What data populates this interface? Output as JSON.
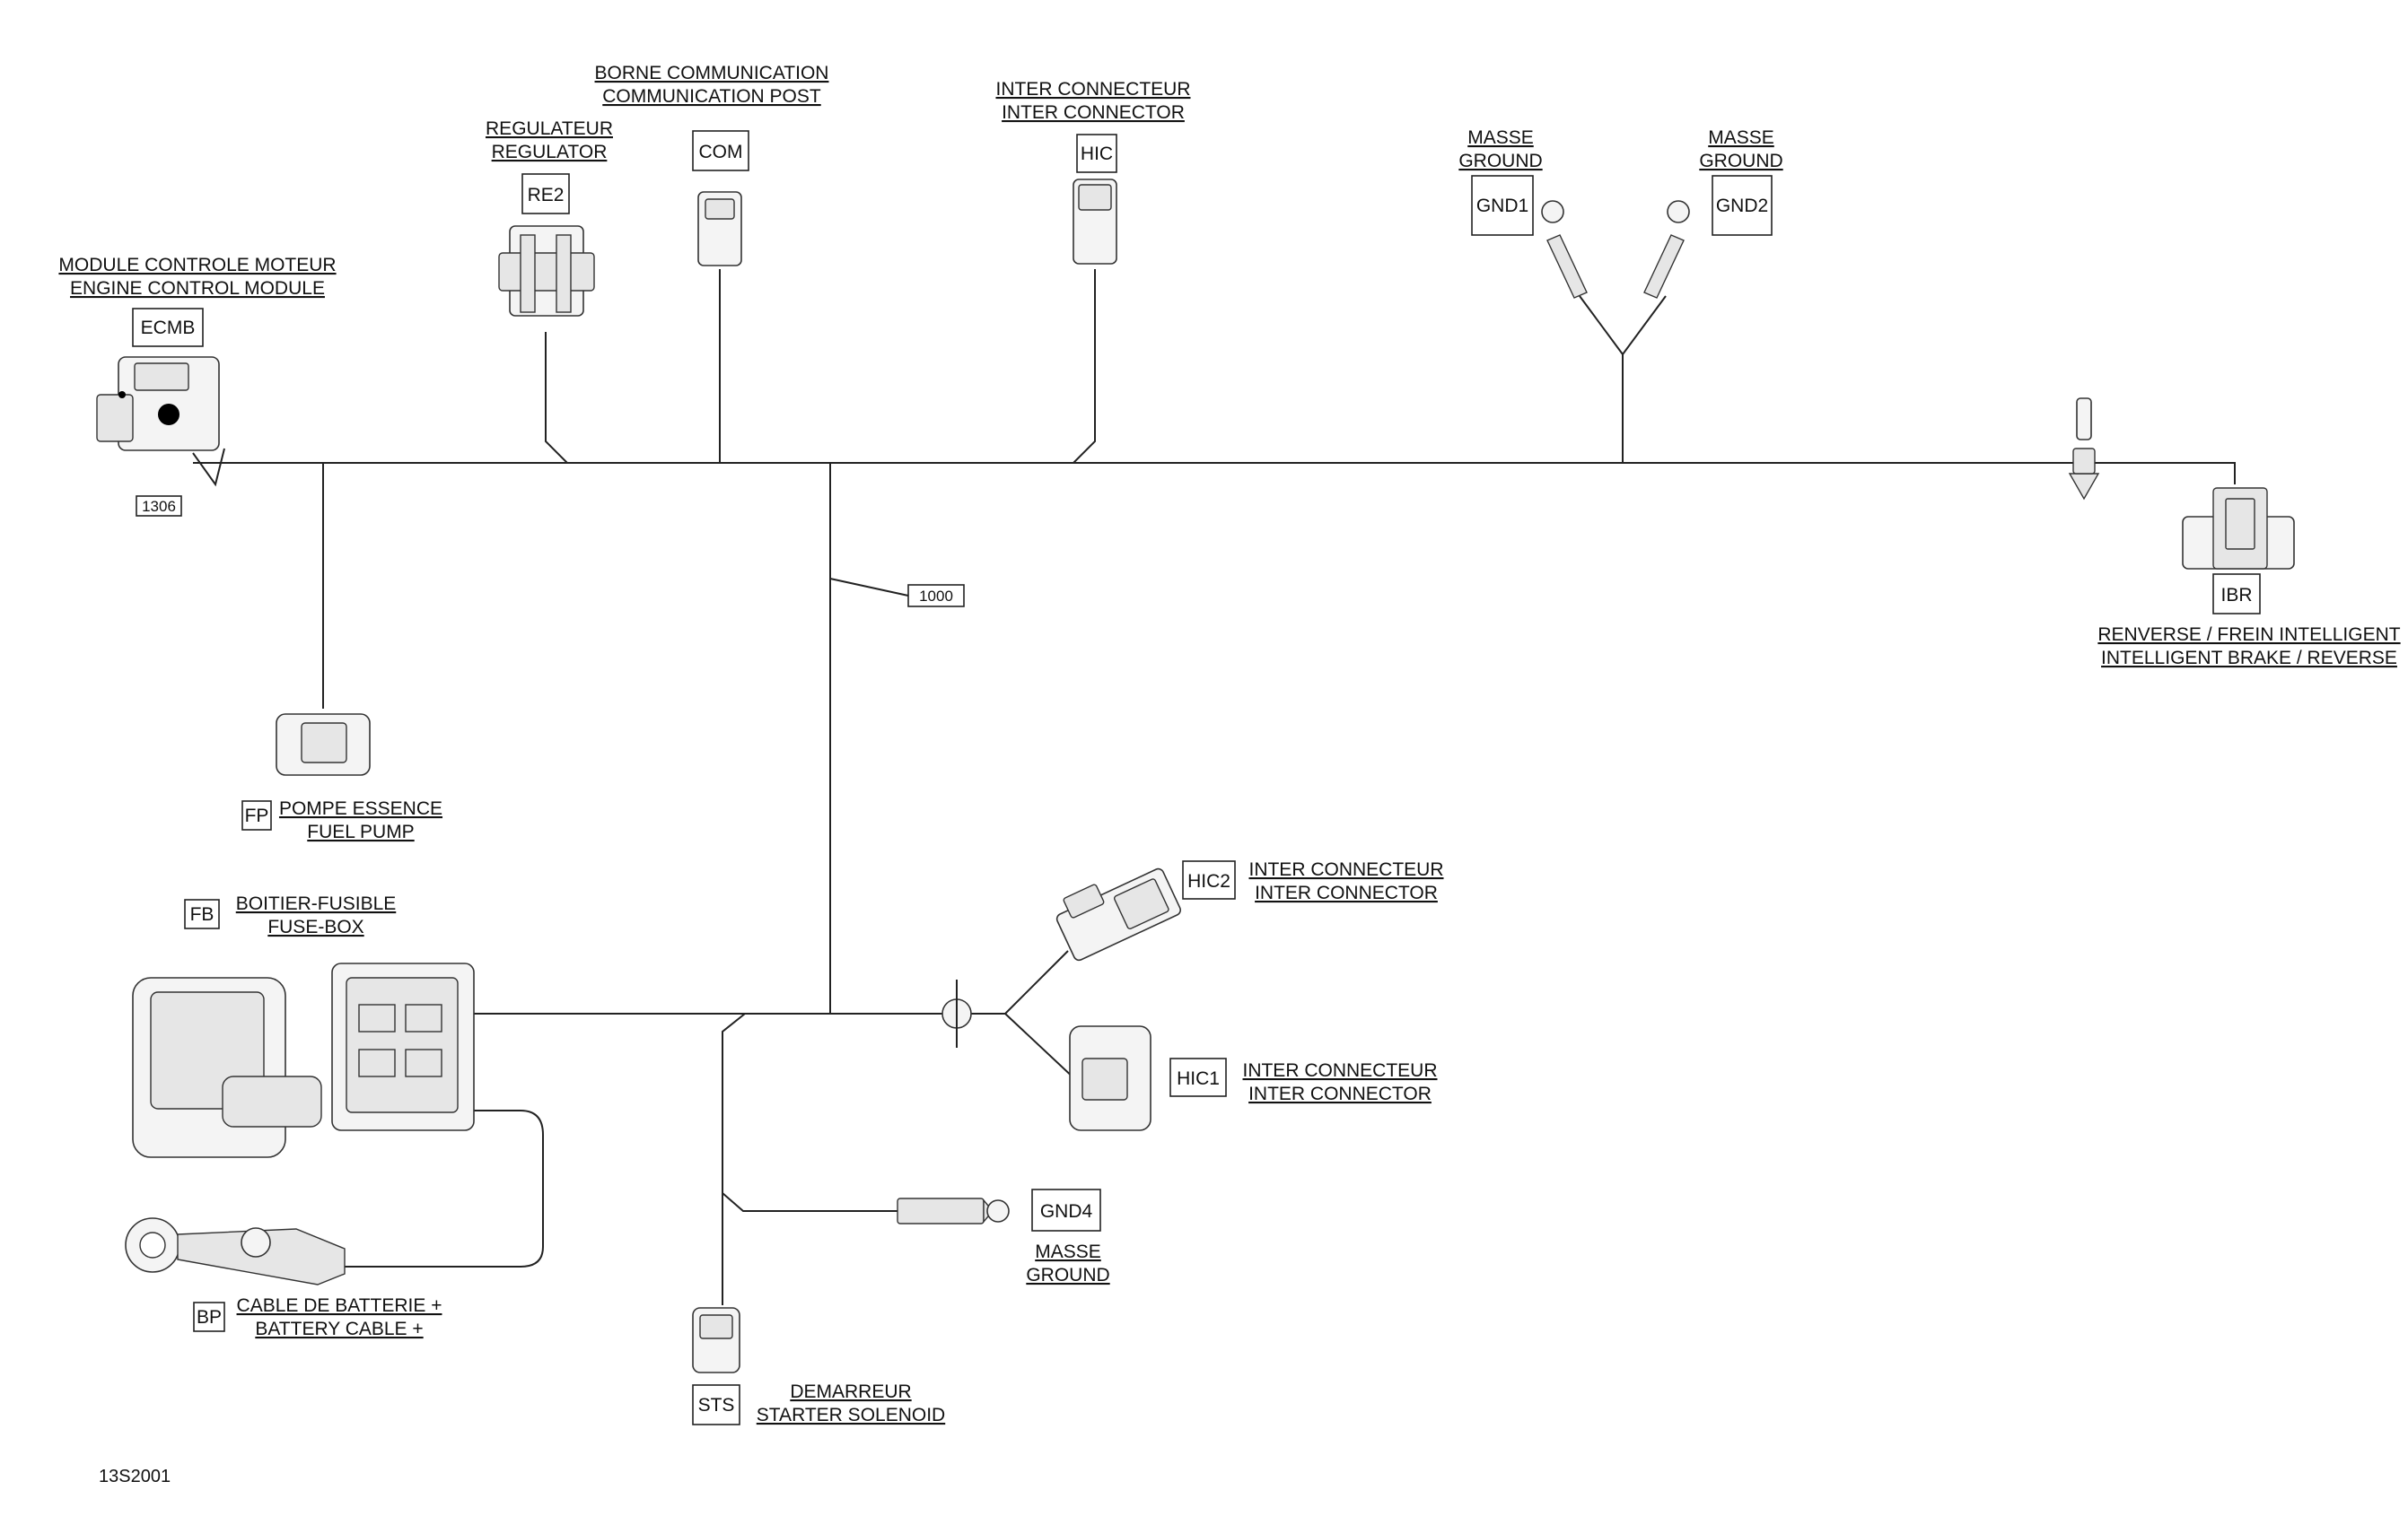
{
  "components": {
    "ecmb": {
      "code": "ECMB",
      "label_fr": "MODULE CONTROLE MOTEUR",
      "label_en": "ENGINE CONTROL MODULE"
    },
    "re2": {
      "code": "RE2",
      "label_fr": "REGULATEUR",
      "label_en": "REGULATOR"
    },
    "com": {
      "code": "COM",
      "label_fr": "BORNE COMMUNICATION",
      "label_en": "COMMUNICATION POST"
    },
    "hic": {
      "code": "HIC",
      "label_fr": "INTER CONNECTEUR",
      "label_en": "INTER CONNECTOR"
    },
    "gnd1": {
      "code": "GND1",
      "label_fr": "MASSE",
      "label_en": "GROUND"
    },
    "gnd2": {
      "code": "GND2",
      "label_fr": "MASSE",
      "label_en": "GROUND"
    },
    "ibr": {
      "code": "IBR",
      "label_fr": "RENVERSE / FREIN INTELLIGENT",
      "label_en": "INTELLIGENT BRAKE / REVERSE"
    },
    "fp": {
      "code": "FP",
      "label_fr": "POMPE ESSENCE",
      "label_en": "FUEL PUMP"
    },
    "fb": {
      "code": "FB",
      "label_fr": "BOITIER-FUSIBLE",
      "label_en": "FUSE-BOX"
    },
    "hic2": {
      "code": "HIC2",
      "label_fr": "INTER CONNECTEUR",
      "label_en": "INTER CONNECTOR"
    },
    "hic1": {
      "code": "HIC1",
      "label_fr": "INTER CONNECTEUR",
      "label_en": "INTER CONNECTOR"
    },
    "gnd4": {
      "code": "GND4",
      "label_fr": "MASSE",
      "label_en": "GROUND"
    },
    "bp": {
      "code": "BP",
      "label_fr": "CABLE DE BATTERIE +",
      "label_en": "BATTERY CABLE +"
    },
    "sts": {
      "code": "STS",
      "label_fr": "DEMARREUR",
      "label_en": "STARTER SOLENOID"
    }
  },
  "harness_tags": {
    "main": "1000",
    "ecm": "1306"
  },
  "figure_ref": "13S2001"
}
